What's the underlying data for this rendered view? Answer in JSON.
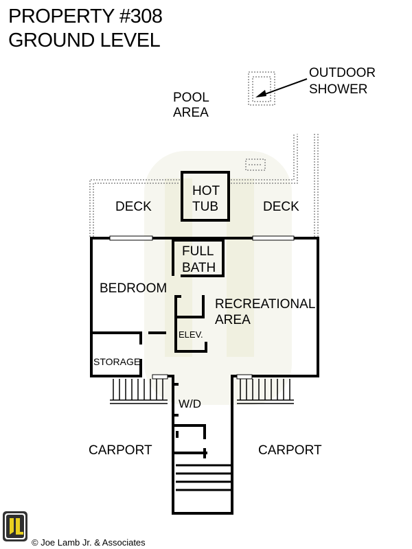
{
  "header": {
    "title_line1": "PROPERTY #308",
    "title_line2": "GROUND LEVEL"
  },
  "rooms": {
    "pool_area_line1": "POOL",
    "pool_area_line2": "AREA",
    "outdoor_shower_line1": "OUTDOOR",
    "outdoor_shower_line2": "SHOWER",
    "hot_tub_line1": "HOT",
    "hot_tub_line2": "TUB",
    "deck_left": "DECK",
    "deck_right": "DECK",
    "full_bath_line1": "FULL",
    "full_bath_line2": "BATH",
    "bedroom": "BEDROOM",
    "recreational_line1": "RECREATIONAL",
    "recreational_line2": "AREA",
    "elevator": "ELEV.",
    "storage": "STORAGE",
    "washer_dryer": "W/D",
    "carport_left": "CARPORT",
    "carport_right": "CARPORT"
  },
  "footer": {
    "logo_text": "JL",
    "credit": "© Joe Lamb Jr. & Associates"
  },
  "colors": {
    "wall": "#000000",
    "dashed_outline": "#8a8a8a",
    "watermark": "#f5f5ec",
    "logo_bg": "#3a3a3a",
    "logo_accent": "#e8d020"
  }
}
